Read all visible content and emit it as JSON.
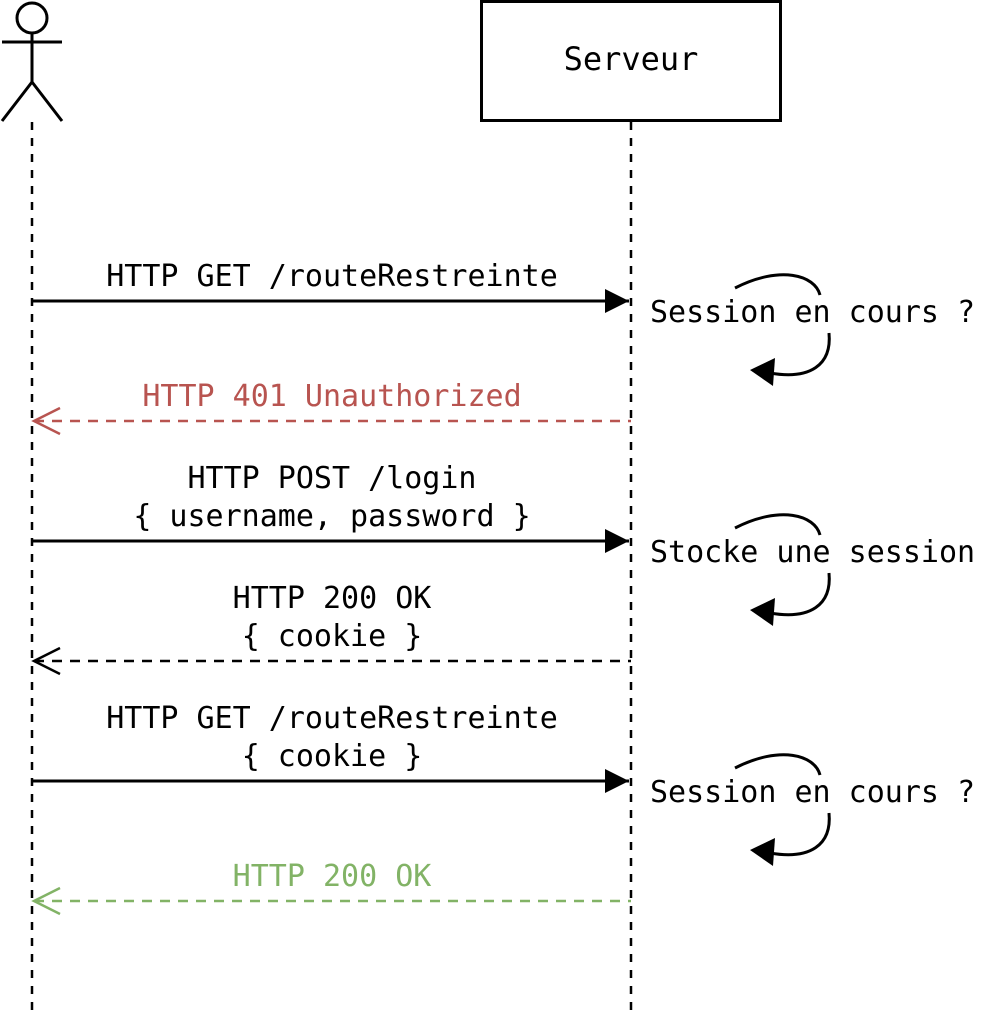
{
  "participants": {
    "server": {
      "label": "Serveur"
    }
  },
  "colors": {
    "default": "#000000",
    "error": "#b85450",
    "success": "#82b366"
  },
  "messages": [
    {
      "id": "msg-get-restricted",
      "lines": [
        "HTTP GET /routeRestreinte"
      ],
      "direction": "to-server",
      "style": "solid",
      "color": "default"
    },
    {
      "id": "msg-401",
      "lines": [
        "HTTP 401 Unauthorized"
      ],
      "direction": "to-client",
      "style": "dashed",
      "color": "error"
    },
    {
      "id": "msg-post-login",
      "lines": [
        "HTTP POST /login",
        "{ username, password }"
      ],
      "direction": "to-server",
      "style": "solid",
      "color": "default"
    },
    {
      "id": "msg-200-cookie",
      "lines": [
        "HTTP 200 OK",
        "{ cookie }"
      ],
      "direction": "to-client",
      "style": "dashed",
      "color": "default"
    },
    {
      "id": "msg-get-restricted-cookie",
      "lines": [
        "HTTP GET /routeRestreinte",
        "{ cookie }"
      ],
      "direction": "to-server",
      "style": "solid",
      "color": "default"
    },
    {
      "id": "msg-200-ok",
      "lines": [
        "HTTP 200 OK"
      ],
      "direction": "to-client",
      "style": "dashed",
      "color": "success"
    }
  ],
  "notes": [
    {
      "id": "note-session-check-1",
      "label": "Session en cours ?"
    },
    {
      "id": "note-store-session",
      "label": "Stocke une session"
    },
    {
      "id": "note-session-check-2",
      "label": "Session en cours ?"
    }
  ]
}
